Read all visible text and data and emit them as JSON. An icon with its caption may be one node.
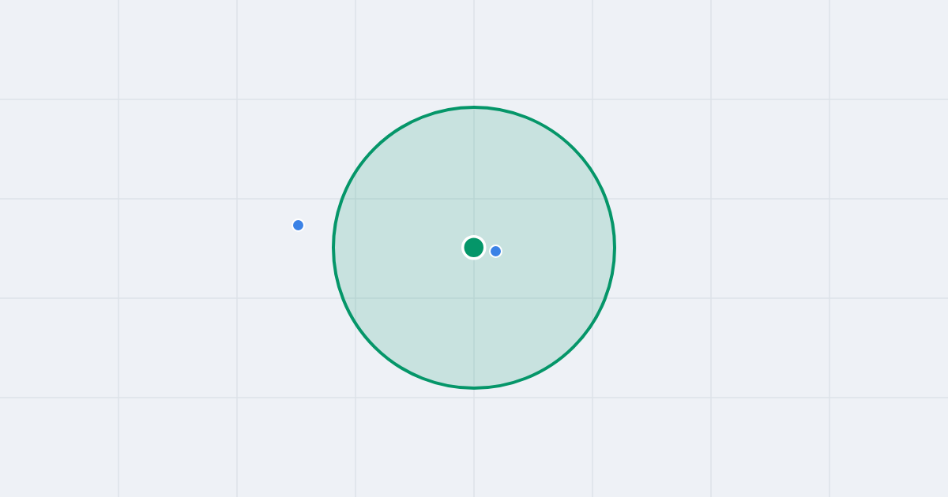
{
  "diagram": {
    "nodes": [
      {
        "text": [],
        "shape": "circle"
      },
      {
        "text": [],
        "shape": "circle",
        "in": 0
      },
      {
        "text": [],
        "shape": "circle"
      },
      {
        "text": [],
        "shape": "circle",
        "in": 0
      }
    ]
  }
}
